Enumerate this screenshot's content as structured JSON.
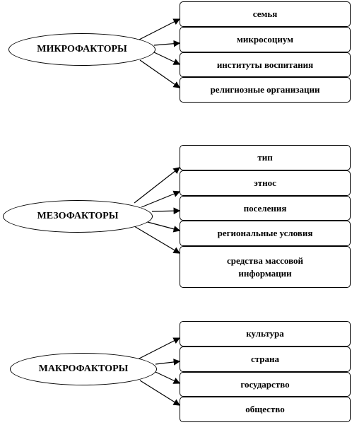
{
  "groups": [
    {
      "title": "МИКРОФАКТОРЫ",
      "items": [
        "семья",
        "микросоциум",
        "институты воспитания",
        "религиозные организации"
      ]
    },
    {
      "title": "МЕЗОФАКТОРЫ",
      "items": [
        "тип",
        "этнос",
        "поселения",
        "региональные условия",
        "средства массовой информации"
      ]
    },
    {
      "title": "МАКРОФАКТОРЫ",
      "items": [
        "культура",
        "страна",
        "государство",
        "общество"
      ]
    }
  ]
}
